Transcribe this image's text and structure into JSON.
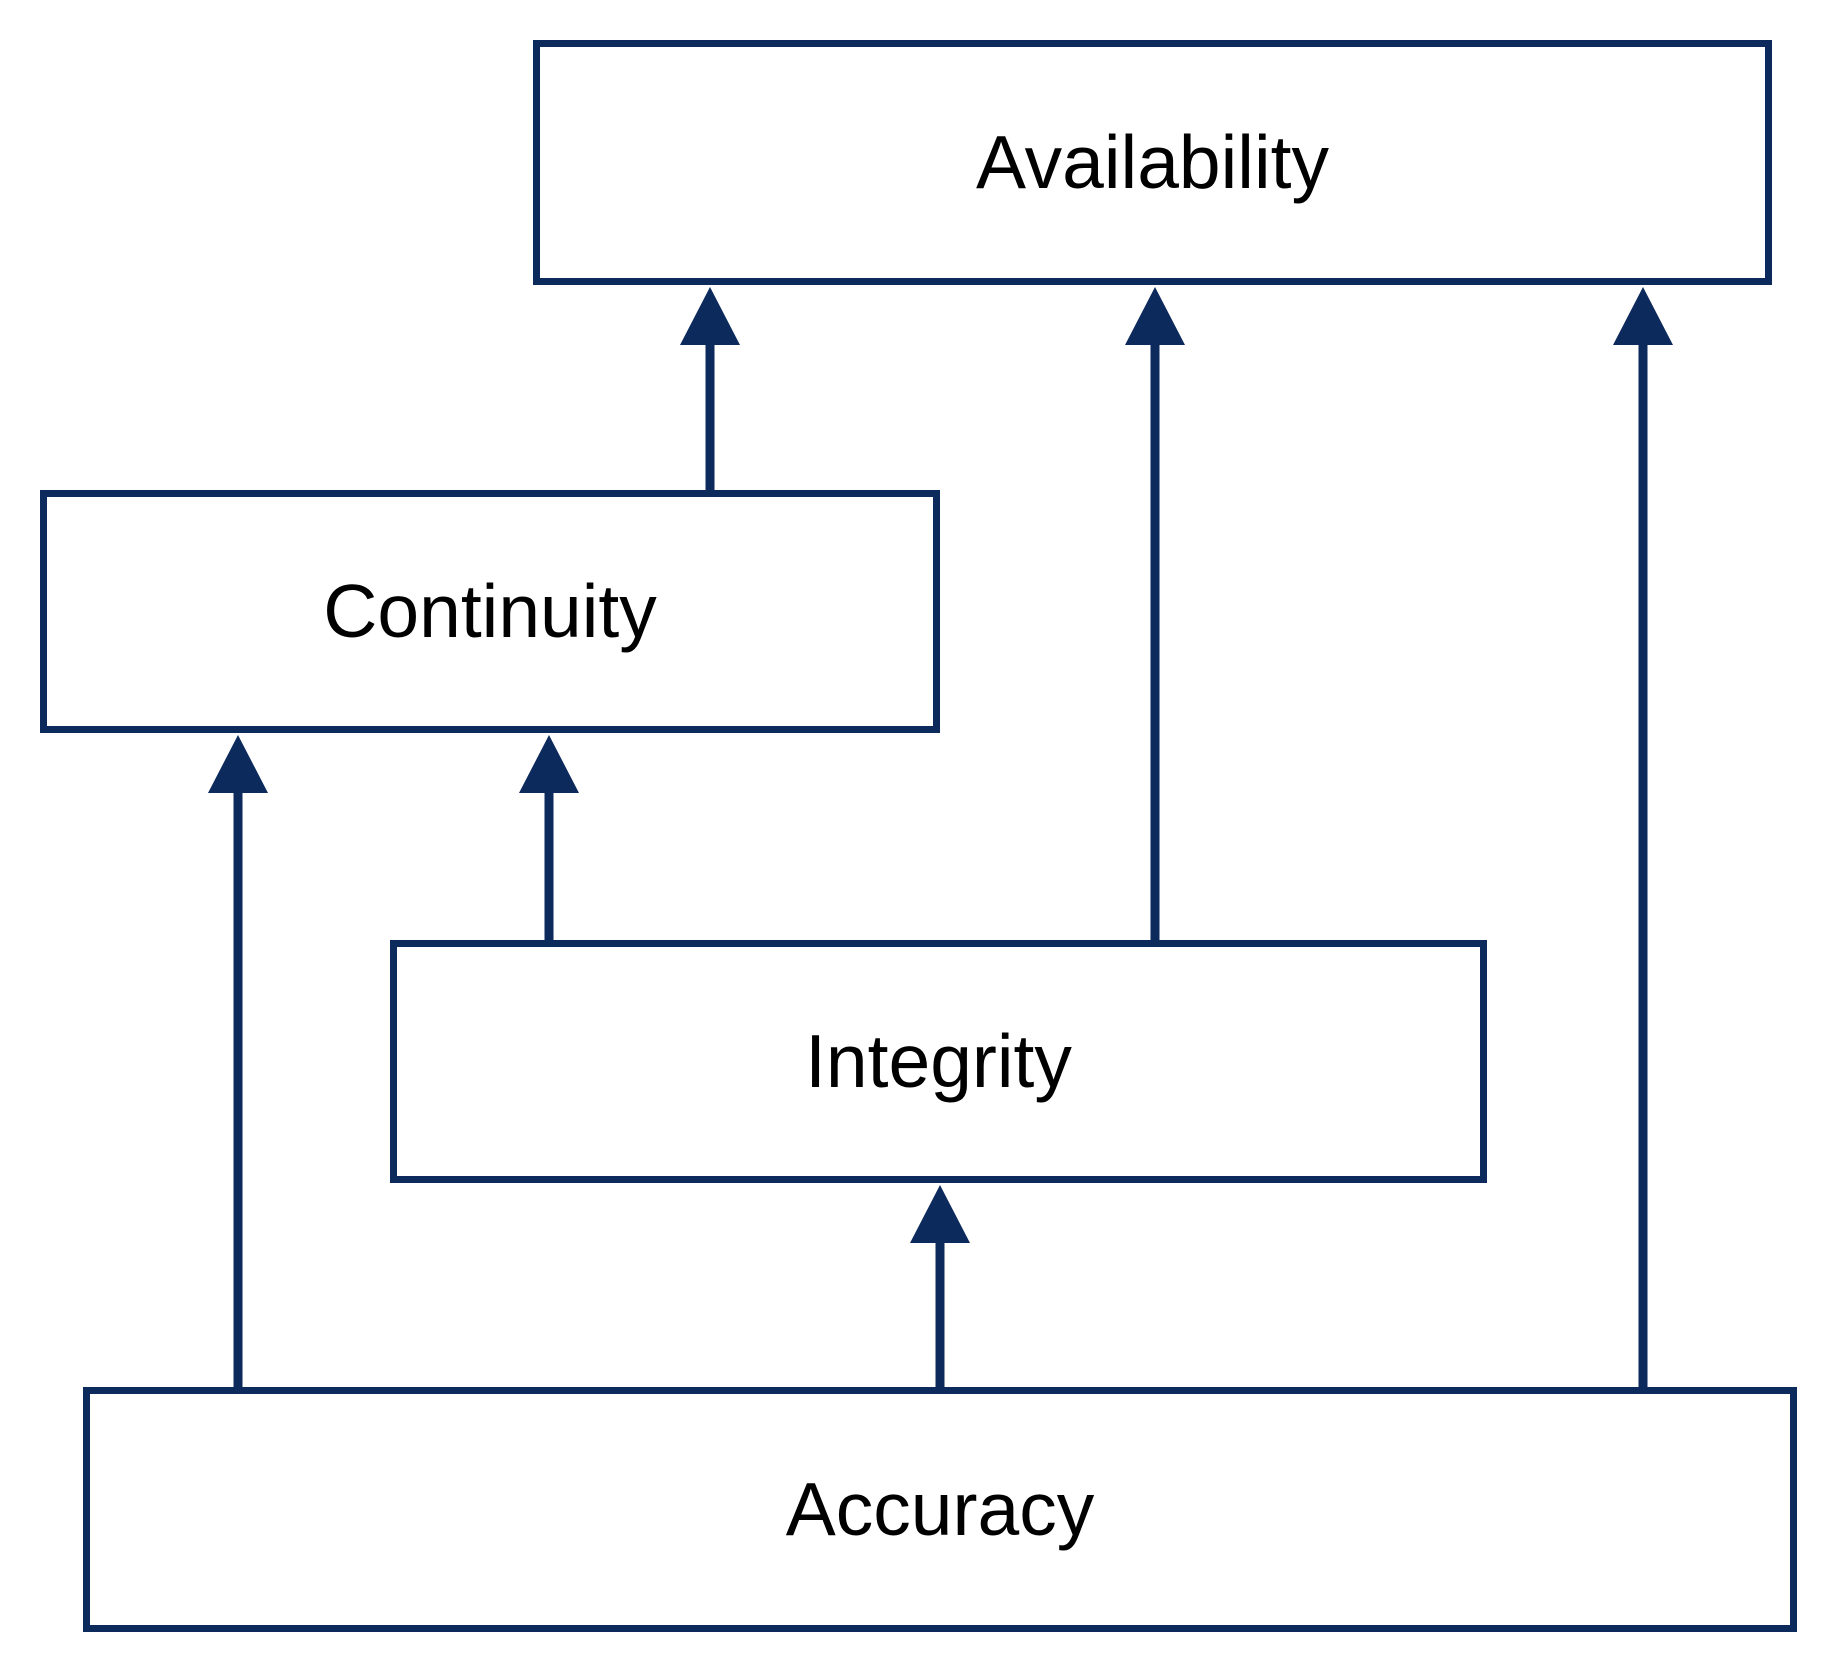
{
  "diagram": {
    "type": "dependency-diagram",
    "nodes": [
      {
        "id": "availability",
        "label": "Availability"
      },
      {
        "id": "continuity",
        "label": "Continuity"
      },
      {
        "id": "integrity",
        "label": "Integrity"
      },
      {
        "id": "accuracy",
        "label": "Accuracy"
      }
    ],
    "edges": [
      {
        "from": "continuity",
        "to": "availability",
        "direction": "up"
      },
      {
        "from": "integrity",
        "to": "availability",
        "direction": "up"
      },
      {
        "from": "accuracy",
        "to": "availability",
        "direction": "up"
      },
      {
        "from": "accuracy",
        "to": "continuity",
        "direction": "up"
      },
      {
        "from": "integrity",
        "to": "continuity",
        "direction": "up"
      },
      {
        "from": "accuracy",
        "to": "integrity",
        "direction": "up"
      }
    ]
  },
  "colors": {
    "line_color": "#0d2a5c",
    "box_fill": "#ffffff",
    "text_color": "#000000",
    "background": "#ffffff"
  }
}
